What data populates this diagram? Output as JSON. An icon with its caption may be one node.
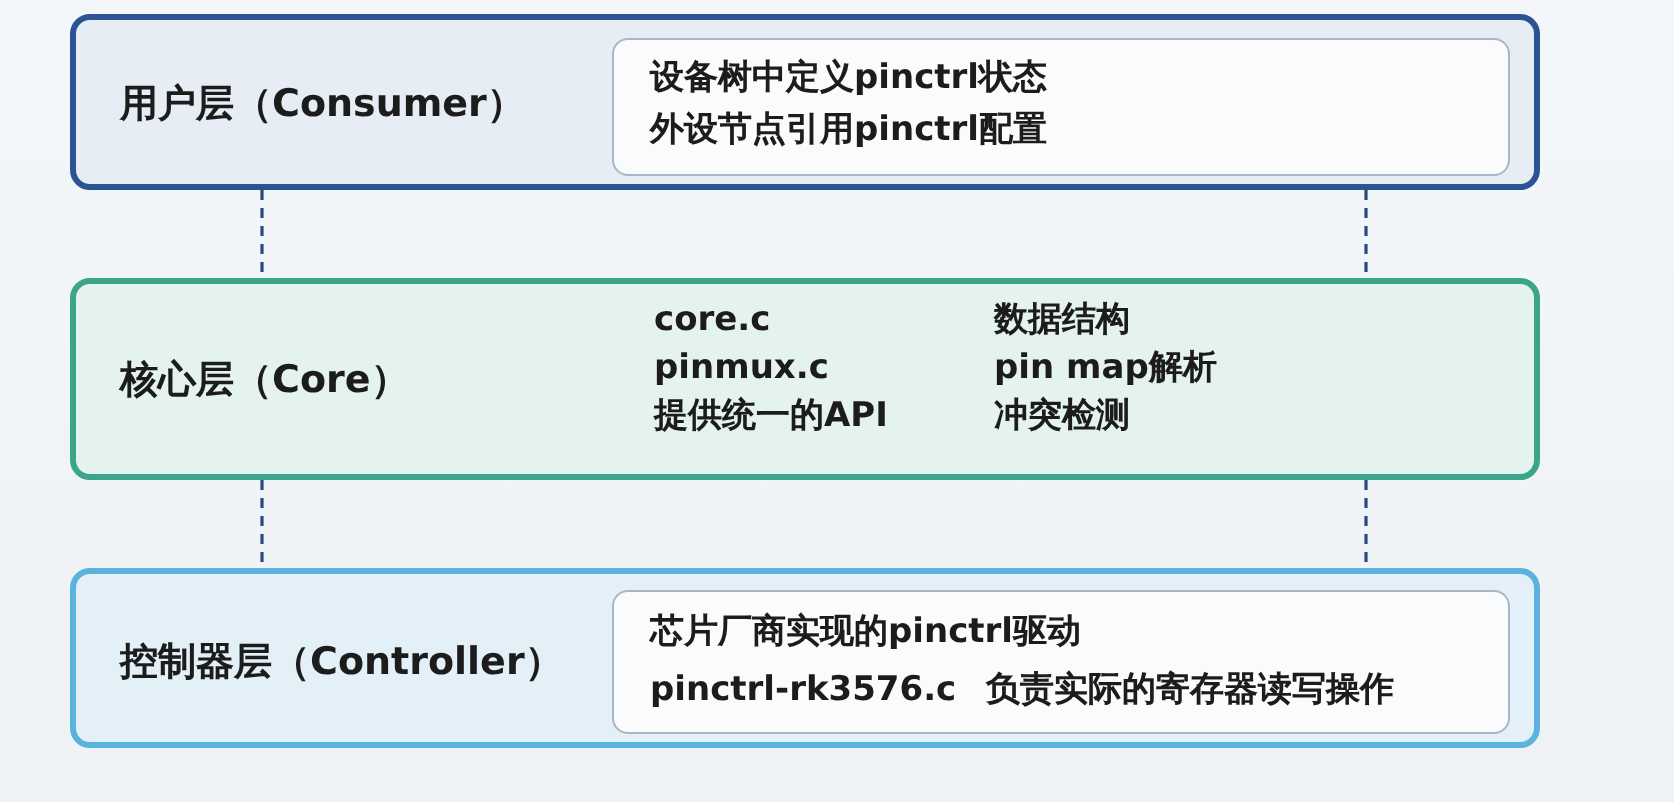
{
  "diagram": {
    "nodes": [
      {
        "text": [
          "用户层（Consumer）"
        ]
      },
      {
        "text": [
          "设备树中定义pinctrl状态",
          "外设节点引用pinctrl配置"
        ],
        "in": 0
      },
      {
        "text": [
          "核心层（Core）",
          "core.c",
          "pinmux.c",
          "提供统一的API",
          "数据结构",
          "pin map解析",
          "冲突检测"
        ]
      },
      {
        "text": [
          "控制器层（Controller）"
        ]
      },
      {
        "text": [
          "芯片厂商实现的pinctrl驱动",
          "pinctrl-rk3576.c",
          "负责实际的寄存器读写操作"
        ],
        "in": 3
      }
    ],
    "edges": [
      {
        "from": 0,
        "to": 2,
        "arrow": "none",
        "style": "dashed"
      },
      {
        "from": 0,
        "to": 2,
        "arrow": "none",
        "style": "dashed"
      },
      {
        "from": 2,
        "to": 3,
        "arrow": "none",
        "style": "dashed"
      },
      {
        "from": 2,
        "to": 3,
        "arrow": "none",
        "style": "dashed"
      }
    ]
  }
}
